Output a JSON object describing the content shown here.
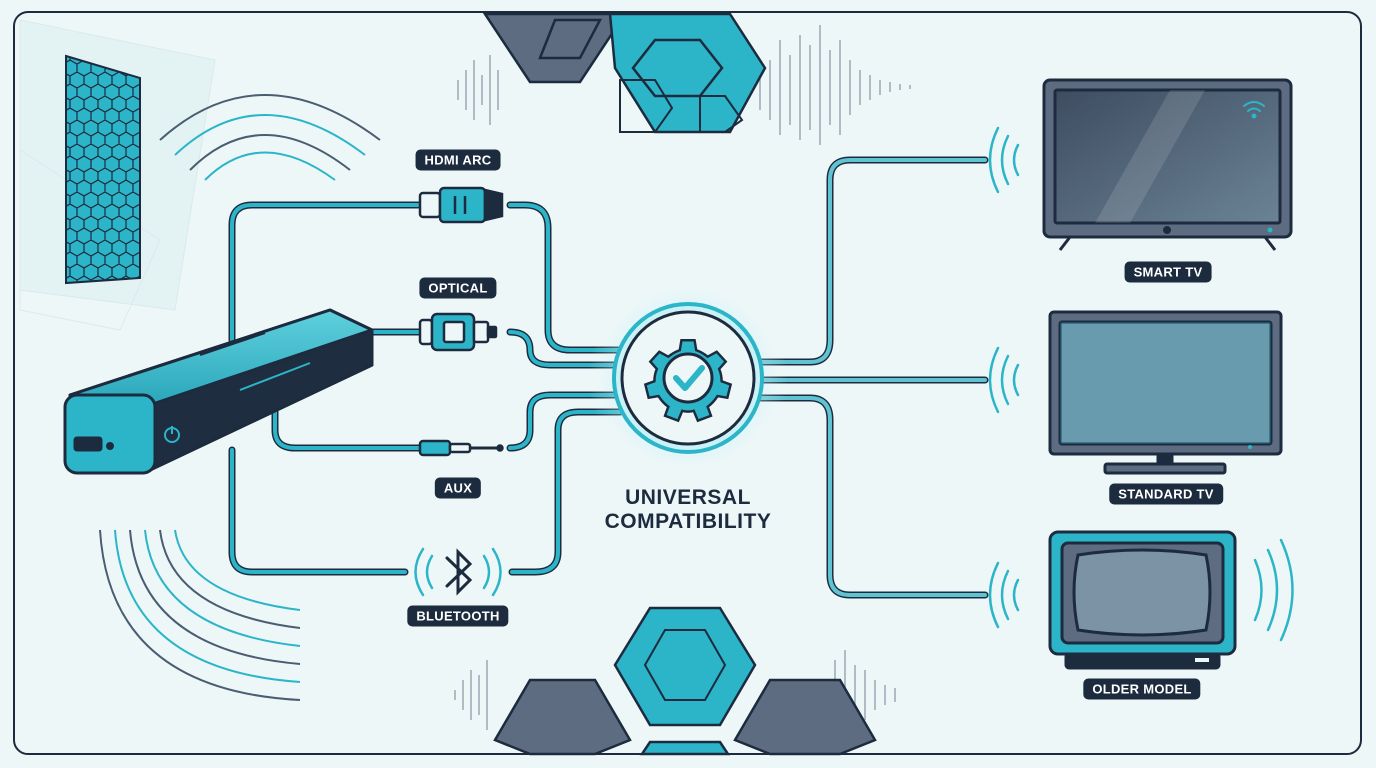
{
  "hub": {
    "title_line1": "UNIVERSAL",
    "title_line2": "COMPATIBILITY",
    "icon": "gear-check-icon"
  },
  "connections": [
    {
      "key": "hdmi",
      "label": "HDMI ARC",
      "icon": "hdmi-plug-icon"
    },
    {
      "key": "optical",
      "label": "OPTICAL",
      "icon": "optical-plug-icon"
    },
    {
      "key": "aux",
      "label": "AUX",
      "icon": "aux-jack-icon"
    },
    {
      "key": "bluetooth",
      "label": "BLUETOOTH",
      "icon": "bluetooth-icon"
    }
  ],
  "devices": [
    {
      "key": "smart",
      "label": "SMART TV",
      "icon": "smart-tv-icon"
    },
    {
      "key": "standard",
      "label": "STANDARD TV",
      "icon": "standard-tv-icon"
    },
    {
      "key": "older",
      "label": "OLDER MODEL",
      "icon": "crt-tv-icon"
    }
  ],
  "colors": {
    "accent": "#2cb5c8",
    "dark": "#1d2b3f",
    "background": "#eef7f8"
  }
}
